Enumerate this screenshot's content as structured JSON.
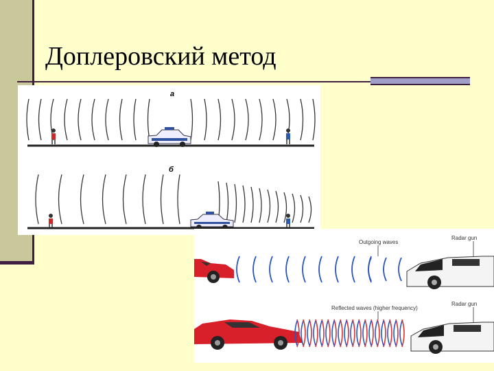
{
  "slide": {
    "title": "Доплеровский метод"
  },
  "figure_a": {
    "panel_top_label": "а",
    "panel_bottom_label": "б"
  },
  "figure_b": {
    "outgoing_label": "Outgoing waves",
    "reflected_label": "Reflected waves (higher frequency)",
    "radar_label_top": "Radar gun",
    "radar_label_bottom": "Radar gun"
  },
  "colors": {
    "background": "#ffffcc",
    "sidebar": "#c8c89a",
    "accent_dark": "#3f1f3f",
    "accent_light": "#9f9fc8",
    "outgoing_wave": "#2a55c0",
    "reflected_wave": "#d63030",
    "sports_car": "#d8202a"
  }
}
